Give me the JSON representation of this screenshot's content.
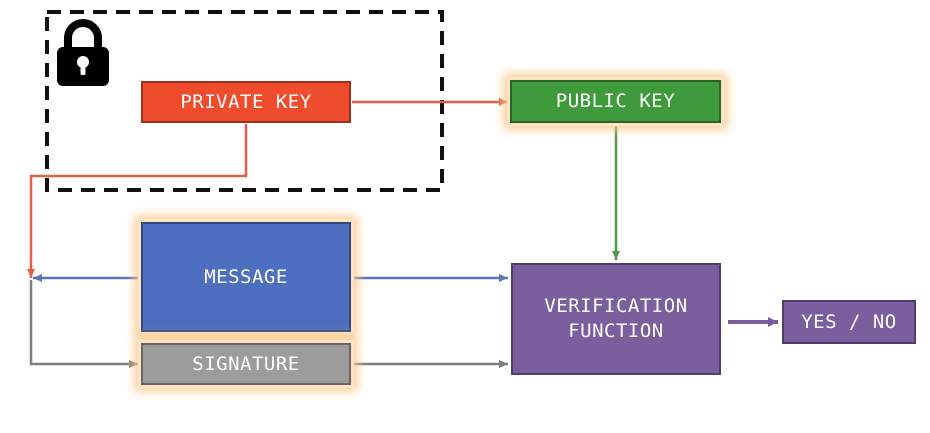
{
  "nodes": {
    "private_key": "PRIVATE KEY",
    "public_key": "PUBLIC KEY",
    "message": "MESSAGE",
    "signature": "SIGNATURE",
    "verification": "VERIFICATION\nFUNCTION",
    "result": "YES / NO"
  },
  "icons": {
    "lock": "lock-icon"
  },
  "colors": {
    "private_key": "#ef4c2e",
    "public_key": "#3e9a3a",
    "message": "#4e6ec0",
    "signature": "#9c9c9c",
    "verification": "#7a5e9e",
    "edge_red": "#e2604a",
    "edge_green": "#4f9a48",
    "edge_blue": "#5c74b8",
    "edge_gray": "#7f7f7f",
    "edge_purple": "#7a5e9e"
  }
}
